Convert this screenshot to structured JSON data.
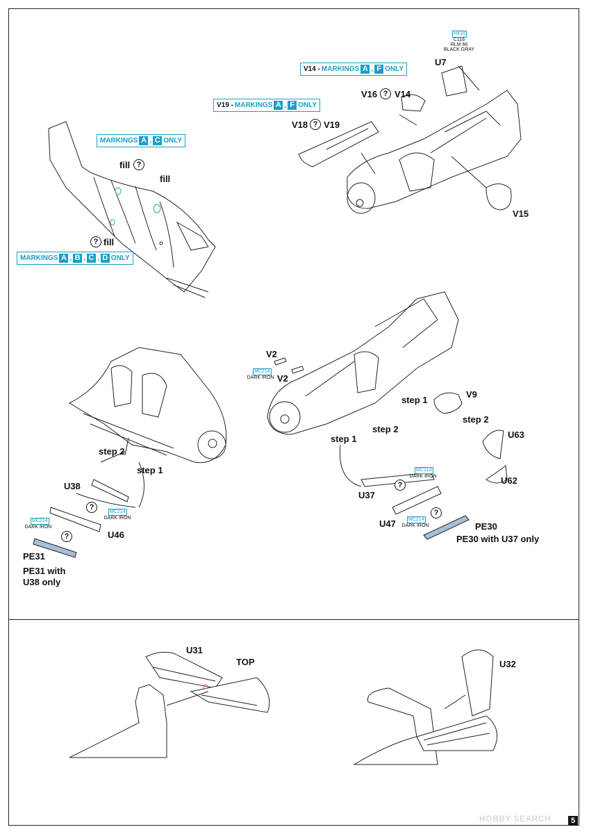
{
  "banners": {
    "v14": {
      "lead": "V14 -",
      "mk": "MARKINGS",
      "letters": [
        "A",
        "F"
      ],
      "tail": "ONLY"
    },
    "v19": {
      "lead": "V19 -",
      "mk": "MARKINGS",
      "letters": [
        "A",
        "F"
      ],
      "tail": "ONLY"
    },
    "ac": {
      "mk": "MARKINGS",
      "letters": [
        "A",
        "C"
      ],
      "tail": "ONLY"
    },
    "abcd": {
      "mk": "MARKINGS",
      "letters": [
        "A",
        "B",
        "C",
        "D"
      ],
      "tail": "ONLY"
    }
  },
  "paint_h416": {
    "code": "H416",
    "line1": "C116",
    "line2": "RLM 66",
    "line3": "BLACK GRAY"
  },
  "mc214": {
    "code": "MC214",
    "name": "DARK IRON"
  },
  "q": "?",
  "labels": {
    "u7": "U7",
    "v16": "V16",
    "v14": "V14",
    "v18": "V18",
    "v19": "V19",
    "v15": "V15",
    "fill": "fill",
    "v2": "V2",
    "step1": "step 1",
    "step2": "step 2",
    "v9": "V9",
    "u63": "U63",
    "u62": "U62",
    "u38": "U38",
    "u46": "U46",
    "u37": "U37",
    "u47": "U47",
    "pe31": "PE31",
    "pe31_note_1": "PE31 with",
    "pe31_note_2": "U38 only",
    "pe30": "PE30",
    "pe30_note": "PE30 with U37 only",
    "u31": "U31",
    "top": "TOP",
    "u32": "U32"
  },
  "logo": "HOBBY SEARCH",
  "page_number": "5",
  "colors": {
    "accent": "#1a9fc7",
    "paint_fill": "#a8bfd6"
  }
}
